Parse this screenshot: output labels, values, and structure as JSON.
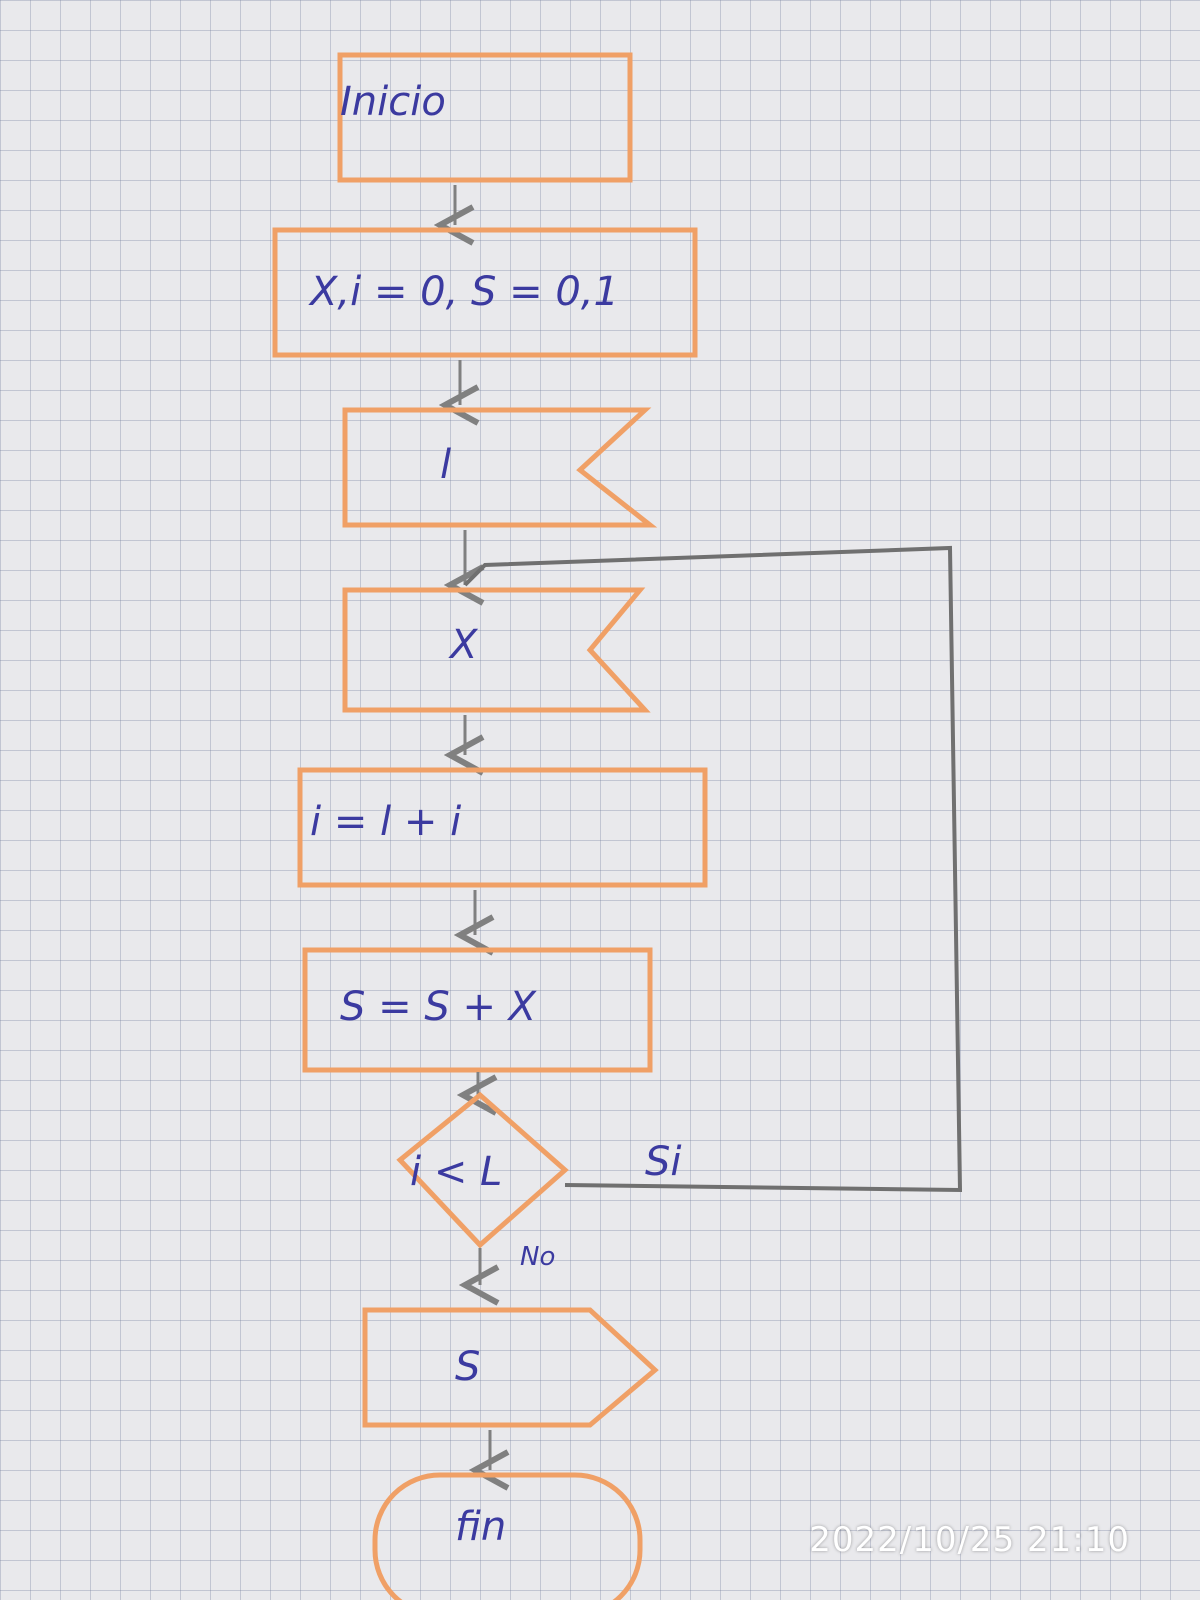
{
  "diagram": {
    "start": "Inicio",
    "init": "X,i = 0, S = 0,1",
    "input_l": "l",
    "input_x": "X",
    "increment": "i = l + i",
    "accumulate": "S = S + X",
    "condition": "i < L",
    "yes_label": "Si",
    "no_label": "No",
    "output": "S",
    "end": "fin"
  },
  "timestamp": "2022/10/25 21:10",
  "colors": {
    "shape_outline": "#f0a066",
    "ink": "#3b3aa0",
    "arrows": "#808080",
    "loop_line": "#707070"
  }
}
